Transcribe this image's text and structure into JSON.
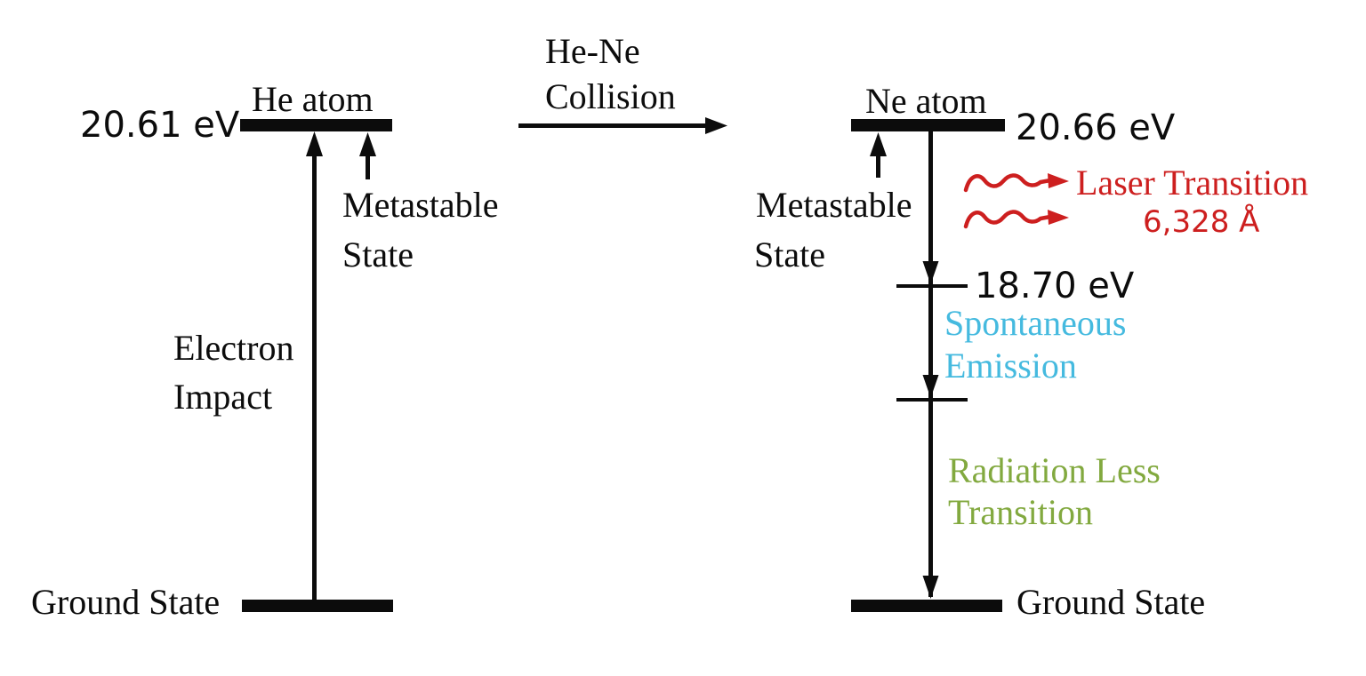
{
  "colors": {
    "ink": "#0c0c0c",
    "laser_red": "#cd1f1f",
    "spontaneous_cyan": "#45badf",
    "radiationless_green": "#82a93f",
    "background": "#ffffff"
  },
  "helium": {
    "atom_label": "He atom",
    "excited_energy": "20.61 eV",
    "metastable_line1": "Metastable",
    "metastable_line2": "State",
    "pump_line1": "Electron",
    "pump_line2": "Impact",
    "ground_label": "Ground State"
  },
  "collision": {
    "line1": "He-Ne",
    "line2": "Collision"
  },
  "neon": {
    "atom_label": "Ne atom",
    "excited_energy": "20.66 eV",
    "metastable_line1": "Metastable",
    "metastable_line2": "State",
    "laser_transition_label": "Laser Transition",
    "laser_wavelength": "6,328 Å",
    "intermediate_energy": "18.70 eV",
    "spontaneous_line1": "Spontaneous",
    "spontaneous_line2": "Emission",
    "radiationless_line1": "Radiation Less",
    "radiationless_line2": "Transition",
    "ground_label": "Ground State"
  }
}
